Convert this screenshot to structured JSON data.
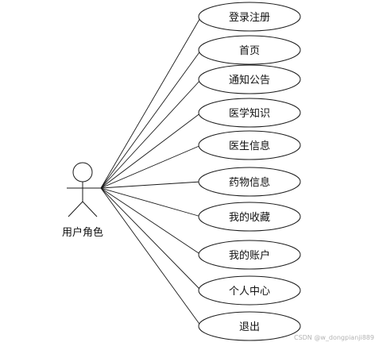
{
  "actor": {
    "label": "用户角色"
  },
  "use_cases": [
    {
      "id": "register-login",
      "label": "登录注册"
    },
    {
      "id": "home",
      "label": "首页"
    },
    {
      "id": "notices",
      "label": "通知公告"
    },
    {
      "id": "medical-knowledge",
      "label": "医学知识"
    },
    {
      "id": "doctor-info",
      "label": "医生信息"
    },
    {
      "id": "medicine-info",
      "label": "药物信息"
    },
    {
      "id": "my-favorites",
      "label": "我的收藏"
    },
    {
      "id": "my-account",
      "label": "我的账户"
    },
    {
      "id": "personal-center",
      "label": "个人中心"
    },
    {
      "id": "logout",
      "label": "退出"
    }
  ],
  "watermark": "CSDN @w_dongpianji889",
  "colors": {
    "stroke": "#1a1a1a",
    "background": "#ffffff",
    "watermark": "#b4b4b4"
  }
}
